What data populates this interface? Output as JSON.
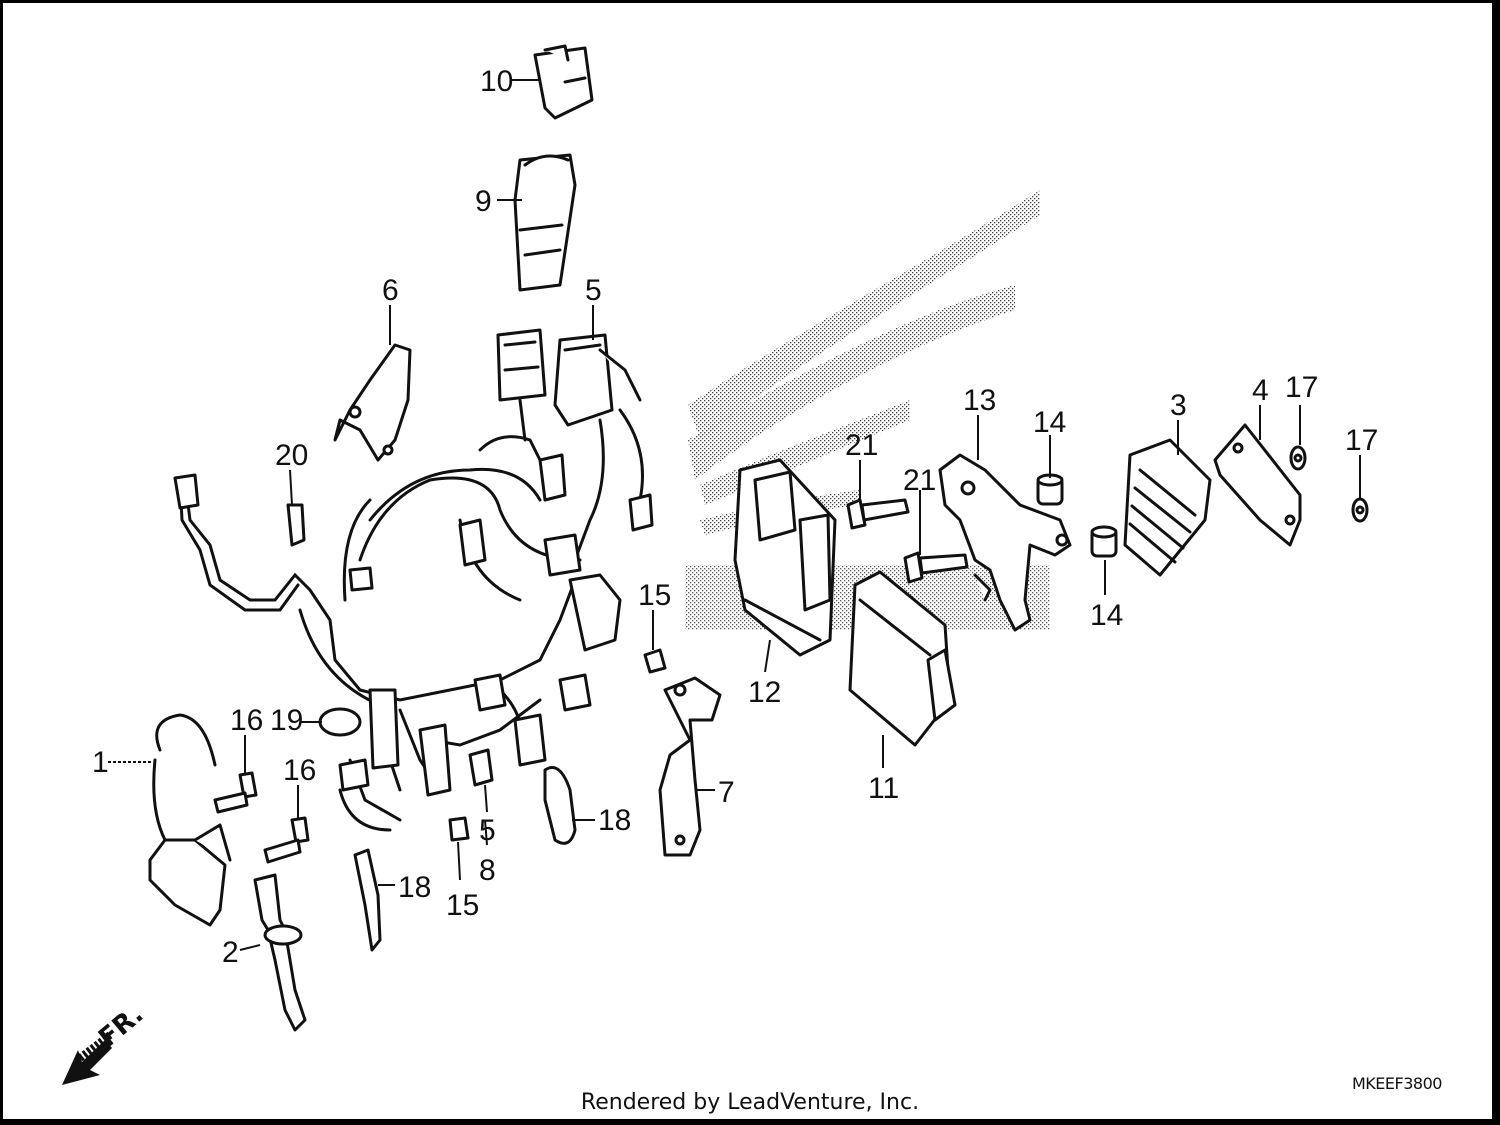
{
  "diagram": {
    "figure_code": "MKEEF3800",
    "credit": "Rendered by LeadVenture, Inc.",
    "front_marker": "FR.",
    "icons": [
      "front-direction-arrow-icon"
    ],
    "callouts": [
      {
        "id": "c10",
        "label": "10"
      },
      {
        "id": "c9",
        "label": "9"
      },
      {
        "id": "c6",
        "label": "6"
      },
      {
        "id": "c5a",
        "label": "5"
      },
      {
        "id": "c20",
        "label": "20"
      },
      {
        "id": "c21a",
        "label": "21"
      },
      {
        "id": "c21b",
        "label": "21"
      },
      {
        "id": "c13",
        "label": "13"
      },
      {
        "id": "c14a",
        "label": "14"
      },
      {
        "id": "c14b",
        "label": "14"
      },
      {
        "id": "c3",
        "label": "3"
      },
      {
        "id": "c4",
        "label": "4"
      },
      {
        "id": "c17a",
        "label": "17"
      },
      {
        "id": "c17b",
        "label": "17"
      },
      {
        "id": "c15a",
        "label": "15"
      },
      {
        "id": "c12",
        "label": "12"
      },
      {
        "id": "c11",
        "label": "11"
      },
      {
        "id": "c7",
        "label": "7"
      },
      {
        "id": "c16a",
        "label": "16"
      },
      {
        "id": "c19",
        "label": "19"
      },
      {
        "id": "c16b",
        "label": "16"
      },
      {
        "id": "c1",
        "label": "1"
      },
      {
        "id": "c5b",
        "label": "5"
      },
      {
        "id": "c8",
        "label": "8"
      },
      {
        "id": "c18a",
        "label": "18"
      },
      {
        "id": "c18b",
        "label": "18"
      },
      {
        "id": "c15b",
        "label": "15"
      },
      {
        "id": "c2",
        "label": "2"
      }
    ]
  }
}
